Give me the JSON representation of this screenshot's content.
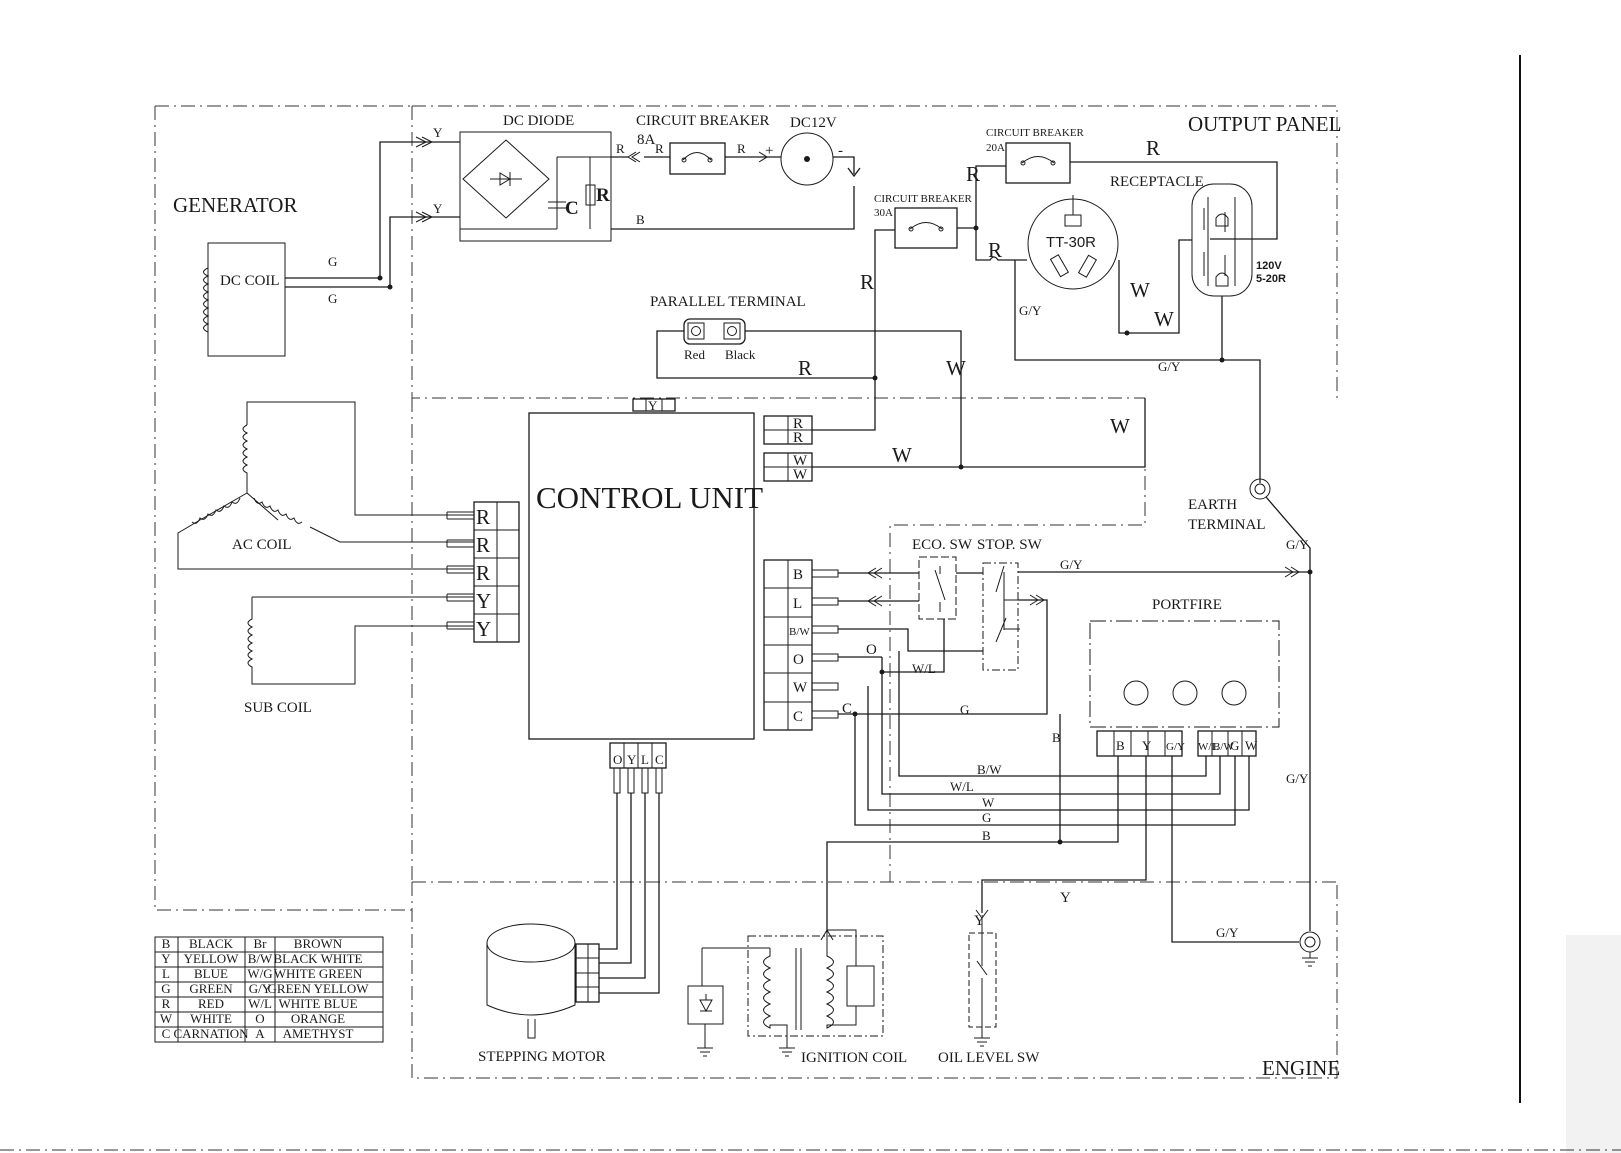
{
  "sections": {
    "generator": "GENERATOR",
    "output_panel": "OUTPUT PANEL",
    "engine": "ENGINE"
  },
  "components": {
    "dc_diode": "DC DIODE",
    "circuit_breaker_8a": "CIRCUIT BREAKER",
    "rating_8a": "8A",
    "battery": "DC12V",
    "circuit_breaker_20a": "CIRCUIT BREAKER",
    "rating_20a": "20A",
    "circuit_breaker_30a": "CIRCUIT BREAKER",
    "rating_30a": "30A",
    "receptacle": "RECEPTACLE",
    "tt30r": "TT-30R",
    "receptacle_rating_1": "120V",
    "receptacle_rating_2": "5-20R",
    "dc_coil": "DC COIL",
    "ac_coil": "AC COIL",
    "sub_coil": "SUB COIL",
    "parallel_terminal": "PARALLEL TERMINAL",
    "terminal_red": "Red",
    "terminal_black": "Black",
    "control_unit": "CONTROL UNIT",
    "earth_terminal_1": "EARTH",
    "earth_terminal_2": "TERMINAL",
    "eco_sw": "ECO. SW",
    "stop_sw": "STOP. SW",
    "portfire": "PORTFIRE",
    "stepping_motor": "STEPPING MOTOR",
    "ignition_coil": "IGNITION COIL",
    "oil_level_sw": "OIL LEVEL SW",
    "cap_c": "C",
    "res_r": "R"
  },
  "wire_labels": {
    "y": "Y",
    "g": "G",
    "r": "R",
    "b": "B",
    "w": "W",
    "l": "L",
    "o": "O",
    "c": "C",
    "gy": "G/Y",
    "bw": "B/W",
    "wl": "W/L",
    "plus": "+",
    "minus": "-"
  },
  "control_left_pins": [
    "R",
    "R",
    "R",
    "Y",
    "Y"
  ],
  "control_right_top_pins": [
    "R",
    "R",
    "W",
    "W"
  ],
  "control_right_pins": [
    "B",
    "L",
    "B/W",
    "O",
    "W",
    "C"
  ],
  "control_top_pin": "Y",
  "control_bottom_pins": [
    "O",
    "Y",
    "L",
    "C"
  ],
  "portfire_pins_left": [
    "B",
    "Y",
    "G/Y"
  ],
  "portfire_pins_right": [
    "W/L",
    "B/W",
    "G",
    "W"
  ],
  "legend": [
    {
      "code": "B",
      "name": "BLACK",
      "code2": "Br",
      "name2": "BROWN"
    },
    {
      "code": "Y",
      "name": "YELLOW",
      "code2": "B/W",
      "name2": "BLACK  WHITE"
    },
    {
      "code": "L",
      "name": "BLUE",
      "code2": "W/G",
      "name2": "WHITE GREEN"
    },
    {
      "code": "G",
      "name": "GREEN",
      "code2": "G/Y",
      "name2": "GREEN YELLOW"
    },
    {
      "code": "R",
      "name": "RED",
      "code2": "W/L",
      "name2": "WHITE BLUE"
    },
    {
      "code": "W",
      "name": "WHITE",
      "code2": "O",
      "name2": "ORANGE"
    },
    {
      "code": "C",
      "name": "CARNATION",
      "code2": "A",
      "name2": "AMETHYST"
    }
  ]
}
